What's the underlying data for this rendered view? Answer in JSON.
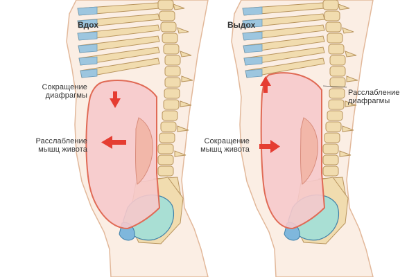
{
  "panels": {
    "inhale": {
      "title": "Вдох",
      "diaphragm_label": [
        "Сокращение",
        "диафрагмы"
      ],
      "abdomen_label": [
        "Расслабление",
        "мышц живота"
      ]
    },
    "exhale": {
      "title": "Выдох",
      "diaphragm_label": [
        "Расслабление",
        "диафрагмы"
      ],
      "abdomen_label": [
        "Сокращение",
        "мышц живота"
      ]
    }
  },
  "colors": {
    "skin": "#fbeee4",
    "skin_outline": "#e2b89a",
    "bone": "#f1dcaf",
    "bone_outline": "#b8945d",
    "cartilage": "#9dc6df",
    "abdomen_fill": "#f6c9cb",
    "abdomen_outline": "#e06a55",
    "pelvic_organ": "#a9dfd4",
    "pelvic_organ_outline": "#3e7fa8",
    "arrow": "#e53d32"
  },
  "icons": {
    "inhale_diaphragm_arrow": "arrow-down-icon",
    "inhale_abdomen_arrow": "arrow-left-icon",
    "exhale_diaphragm_arrow": "arrow-up-icon",
    "exhale_abdomen_arrow": "arrow-right-icon"
  }
}
